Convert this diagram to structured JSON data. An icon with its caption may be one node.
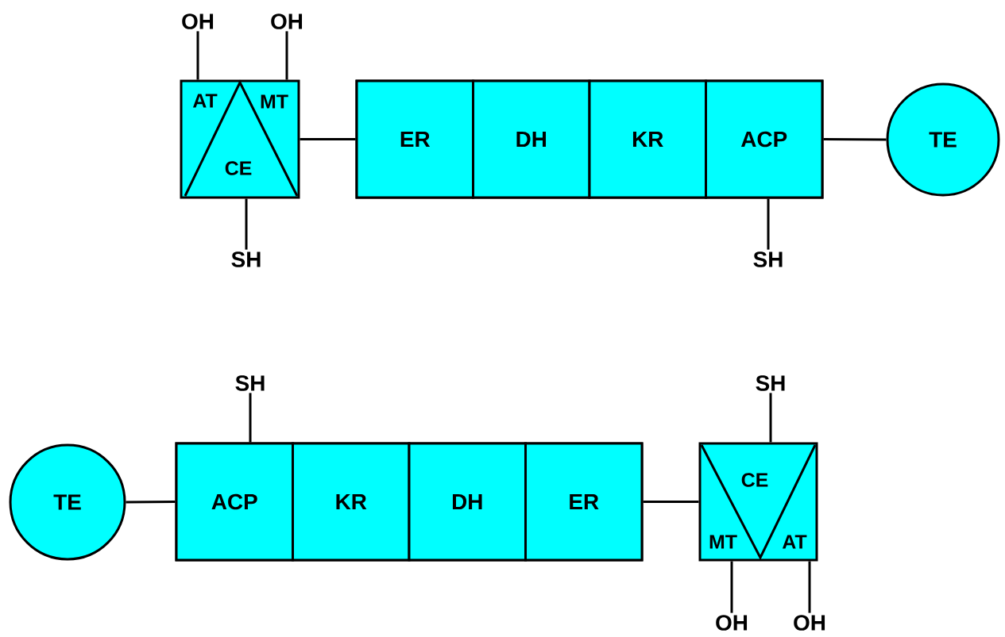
{
  "diagram": {
    "nodes": [
      {
        "text": [
          "OH"
        ]
      },
      {
        "text": [
          "OH"
        ]
      },
      {
        "text": [
          "AT",
          "MT",
          "CE"
        ]
      },
      {
        "text": [],
        "shape": "bar"
      },
      {
        "text": [
          "ER"
        ],
        "in": 3
      },
      {
        "text": [
          "DH"
        ],
        "in": 3
      },
      {
        "text": [
          "KR"
        ],
        "in": 3
      },
      {
        "text": [
          "ACP"
        ],
        "in": 3
      },
      {
        "text": [
          "TE"
        ]
      },
      {
        "text": [
          "SH"
        ]
      },
      {
        "text": [
          "SH"
        ]
      },
      {
        "text": [
          "SH"
        ]
      },
      {
        "text": [
          "SH"
        ]
      },
      {
        "text": [
          "TE"
        ]
      },
      {
        "text": [],
        "shape": "bar"
      },
      {
        "text": [
          "ACP"
        ],
        "in": 14
      },
      {
        "text": [
          "KR"
        ],
        "in": 14
      },
      {
        "text": [
          "DH"
        ],
        "in": 14
      },
      {
        "text": [
          "ER"
        ],
        "in": 14
      },
      {
        "text": [
          "CE",
          "MT",
          "AT"
        ]
      },
      {
        "text": [
          "OH"
        ]
      },
      {
        "text": [
          "OH"
        ]
      }
    ],
    "edges": [
      {
        "from": 0,
        "to": 2,
        "arrow": "none"
      },
      {
        "from": 1,
        "to": 2,
        "arrow": "none"
      },
      {
        "from": 2,
        "to": 9,
        "arrow": "none"
      },
      {
        "from": 2,
        "to": 3,
        "arrow": "none"
      },
      {
        "from": 3,
        "to": 8,
        "arrow": "none"
      },
      {
        "from": 7,
        "to": 10,
        "arrow": "none"
      },
      {
        "from": 11,
        "to": 15,
        "arrow": "none"
      },
      {
        "from": 12,
        "to": 19,
        "arrow": "none"
      },
      {
        "from": 13,
        "to": 14,
        "arrow": "none"
      },
      {
        "from": 14,
        "to": 19,
        "arrow": "none"
      },
      {
        "from": 19,
        "to": 20,
        "arrow": "none"
      },
      {
        "from": 19,
        "to": 21,
        "arrow": "none"
      }
    ]
  }
}
